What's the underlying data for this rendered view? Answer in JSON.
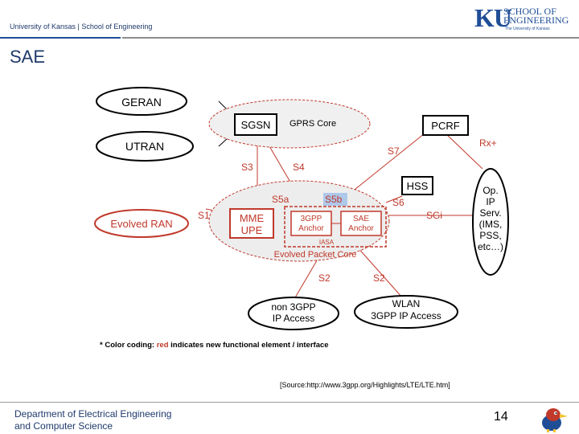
{
  "header": {
    "institution": "University of Kansas | School of Engineering",
    "logo": {
      "mark": "KU",
      "line1": "SCHOOL OF",
      "line2": "ENGINEERING",
      "line3": "The University of Kansas"
    }
  },
  "slide": {
    "title": "SAE"
  },
  "diagram": {
    "nodes": {
      "geran": "GERAN",
      "utran": "UTRAN",
      "sgsn": "SGSN",
      "gprs_core": "GPRS Core",
      "pcrf": "PCRF",
      "hss": "HSS",
      "evolved_ran": "Evolved RAN",
      "mme": "MME",
      "upe": "UPE",
      "anchor_3gpp_1": "3GPP",
      "anchor_3gpp_2": "Anchor",
      "anchor_sae_1": "SAE",
      "anchor_sae_2": "Anchor",
      "iasa": "IASA",
      "evolved_packet_core": "Evolved Packet Core",
      "op_ip_lines": [
        "Op.",
        "IP",
        "Serv.",
        "(IMS,",
        "PSS,",
        "etc…)"
      ],
      "non3gpp_1": "non 3GPP",
      "non3gpp_2": "IP Access",
      "wlan_1": "WLAN",
      "wlan_2": "3GPP IP Access"
    },
    "interfaces": {
      "s1": "S1",
      "s3": "S3",
      "s4": "S4",
      "s5a": "S5a",
      "s5b": "S5b",
      "s6": "S6",
      "s7": "S7",
      "sgi": "SGi",
      "rx": "Rx+",
      "s2_left": "S2",
      "s2_right": "S2"
    },
    "note": {
      "prefix": "* Color coding: ",
      "red_word": "red",
      "suffix": " indicates new functional element / interface"
    },
    "colors": {
      "new_element": "#c0392b",
      "existing": "#000000",
      "highlight": "#aec8ea"
    }
  },
  "source": "[Source:http://www.3gpp.org/Highlights/LTE/LTE.htm]",
  "footer": {
    "department_line1": "Department of Electrical Engineering",
    "department_line2": "and Computer Science",
    "page_number": "14"
  }
}
